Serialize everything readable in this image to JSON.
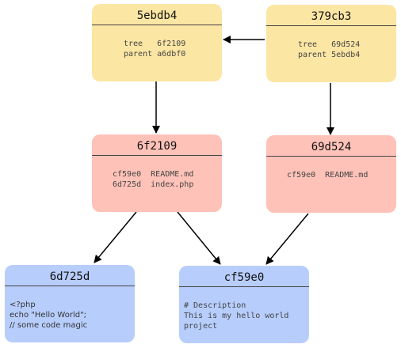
{
  "nodes": {
    "commit_5ebdb4": {
      "title": "5ebdb4",
      "lines": [
        "tree   6f2109",
        "parent a6dbf0"
      ]
    },
    "commit_379cb3": {
      "title": "379cb3",
      "lines": [
        "tree   69d524",
        "parent 5ebdb4"
      ]
    },
    "tree_6f2109": {
      "title": "6f2109",
      "lines": [
        "cf59e0  README.md",
        "6d725d  index.php"
      ]
    },
    "tree_69d524": {
      "title": "69d524",
      "lines": [
        "cf59e0  README.md"
      ]
    },
    "blob_6d725d": {
      "title": "6d725d",
      "lines": [
        "<?php",
        "echo \"Hello World\";",
        "// some code magic"
      ]
    },
    "blob_cf59e0": {
      "title": "cf59e0",
      "lines": [
        "# Description",
        "This is my hello world",
        "project"
      ]
    }
  },
  "colors": {
    "commit": "#fce6a4",
    "tree": "#fec2b8",
    "blob": "#b7cdfc",
    "edge": "#000000"
  },
  "edges": [
    {
      "from": "commit_379cb3",
      "to": "commit_5ebdb4"
    },
    {
      "from": "commit_5ebdb4",
      "to": "tree_6f2109"
    },
    {
      "from": "commit_379cb3",
      "to": "tree_69d524"
    },
    {
      "from": "tree_6f2109",
      "to": "blob_6d725d"
    },
    {
      "from": "tree_6f2109",
      "to": "blob_cf59e0"
    },
    {
      "from": "tree_69d524",
      "to": "blob_cf59e0"
    }
  ]
}
